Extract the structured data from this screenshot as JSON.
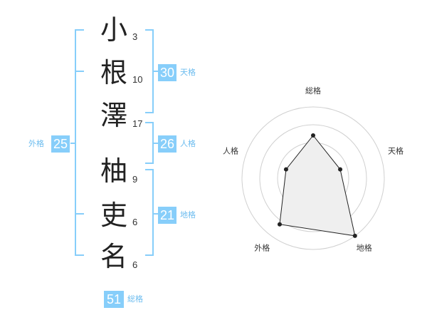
{
  "name": {
    "chars": [
      {
        "char": "小",
        "strokes": "3"
      },
      {
        "char": "根",
        "strokes": "10"
      },
      {
        "char": "澤",
        "strokes": "17"
      },
      {
        "char": "柚",
        "strokes": "9"
      },
      {
        "char": "吏",
        "strokes": "6"
      },
      {
        "char": "名",
        "strokes": "6"
      }
    ]
  },
  "kaku": {
    "tenkaku": {
      "value": "30",
      "label": "天格"
    },
    "jinkaku": {
      "value": "26",
      "label": "人格"
    },
    "chikaku": {
      "value": "21",
      "label": "地格"
    },
    "gaikaku": {
      "value": "25",
      "label": "外格"
    },
    "soukaku": {
      "value": "51",
      "label": "総格"
    }
  },
  "chart_data": {
    "type": "radar",
    "axes": [
      "総格",
      "天格",
      "地格",
      "外格",
      "人格"
    ],
    "values": [
      0.6,
      0.4,
      1.0,
      0.8,
      0.4
    ],
    "rings": 4,
    "grid": true
  },
  "colors": {
    "accent": "#87cefa",
    "accent_text": "#6cbcef",
    "bracket": "#87cefa",
    "radar_fill": "#efefef",
    "radar_line": "#222222",
    "ring": "#d0d0d0"
  }
}
